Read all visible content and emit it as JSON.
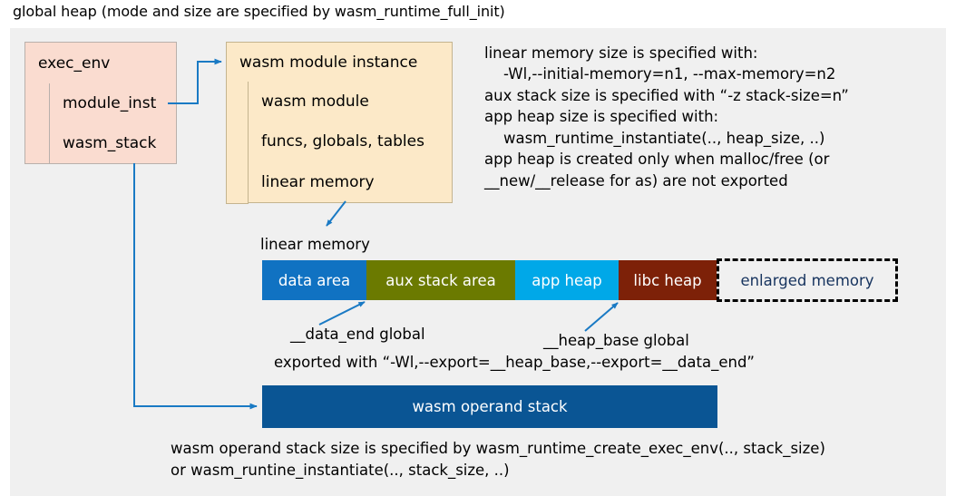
{
  "title": "global heap (mode and size are specified by wasm_runtime_full_init)",
  "colors": {
    "panel_bg": "#f0f0f0",
    "exec_env_fill": "#fadcd0",
    "module_inst_fill": "#fce9c8",
    "arrow": "#1a7ac4",
    "data_area": "#1072c2",
    "aux_stack_area": "#6b7a00",
    "app_heap": "#00a8e8",
    "libc_heap": "#7d2108",
    "enlarged_memory_text": "#16335e",
    "operand_stack": "#0a5594"
  },
  "exec_env": {
    "header": "exec_env",
    "fields": [
      "module_inst",
      "wasm_stack"
    ]
  },
  "module_instance": {
    "header": "wasm module instance",
    "fields": [
      "wasm module",
      "funcs, globals, tables",
      "linear memory"
    ]
  },
  "notes": {
    "lines": [
      "linear memory size is specified with:",
      "    -Wl,--initial-memory=n1, --max-memory=n2",
      "aux stack size is specified with “-z stack-size=n”",
      "app heap size is specified with:",
      "    wasm_runtime_instantiate(.., heap_size, ..)",
      "app heap is created only when malloc/free (or",
      "__new/__release for as) are not exported"
    ]
  },
  "linear_memory": {
    "label": "linear memory",
    "segments": [
      {
        "label": "data area",
        "color": "#1072c2",
        "text_color": "#ffffff",
        "dashed": false
      },
      {
        "label": "aux stack area",
        "color": "#6b7a00",
        "text_color": "#ffffff",
        "dashed": false
      },
      {
        "label": "app heap",
        "color": "#00a8e8",
        "text_color": "#ffffff",
        "dashed": false
      },
      {
        "label": "libc heap",
        "color": "#7d2108",
        "text_color": "#ffffff",
        "dashed": false
      },
      {
        "label": "enlarged memory",
        "color": "#f0f0f0",
        "text_color": "#16335e",
        "dashed": true
      }
    ]
  },
  "annotations": {
    "data_end": "__data_end global",
    "heap_base": "__heap_base global",
    "exported_with": "exported with “-Wl,--export=__heap_base,--export=__data_end”"
  },
  "operand_stack": {
    "label": "wasm operand stack",
    "caption_lines": [
      "wasm operand stack size is specified by wasm_runtime_create_exec_env(.., stack_size)",
      "or wasm_runtine_instantiate(.., stack_size, ..)"
    ]
  }
}
